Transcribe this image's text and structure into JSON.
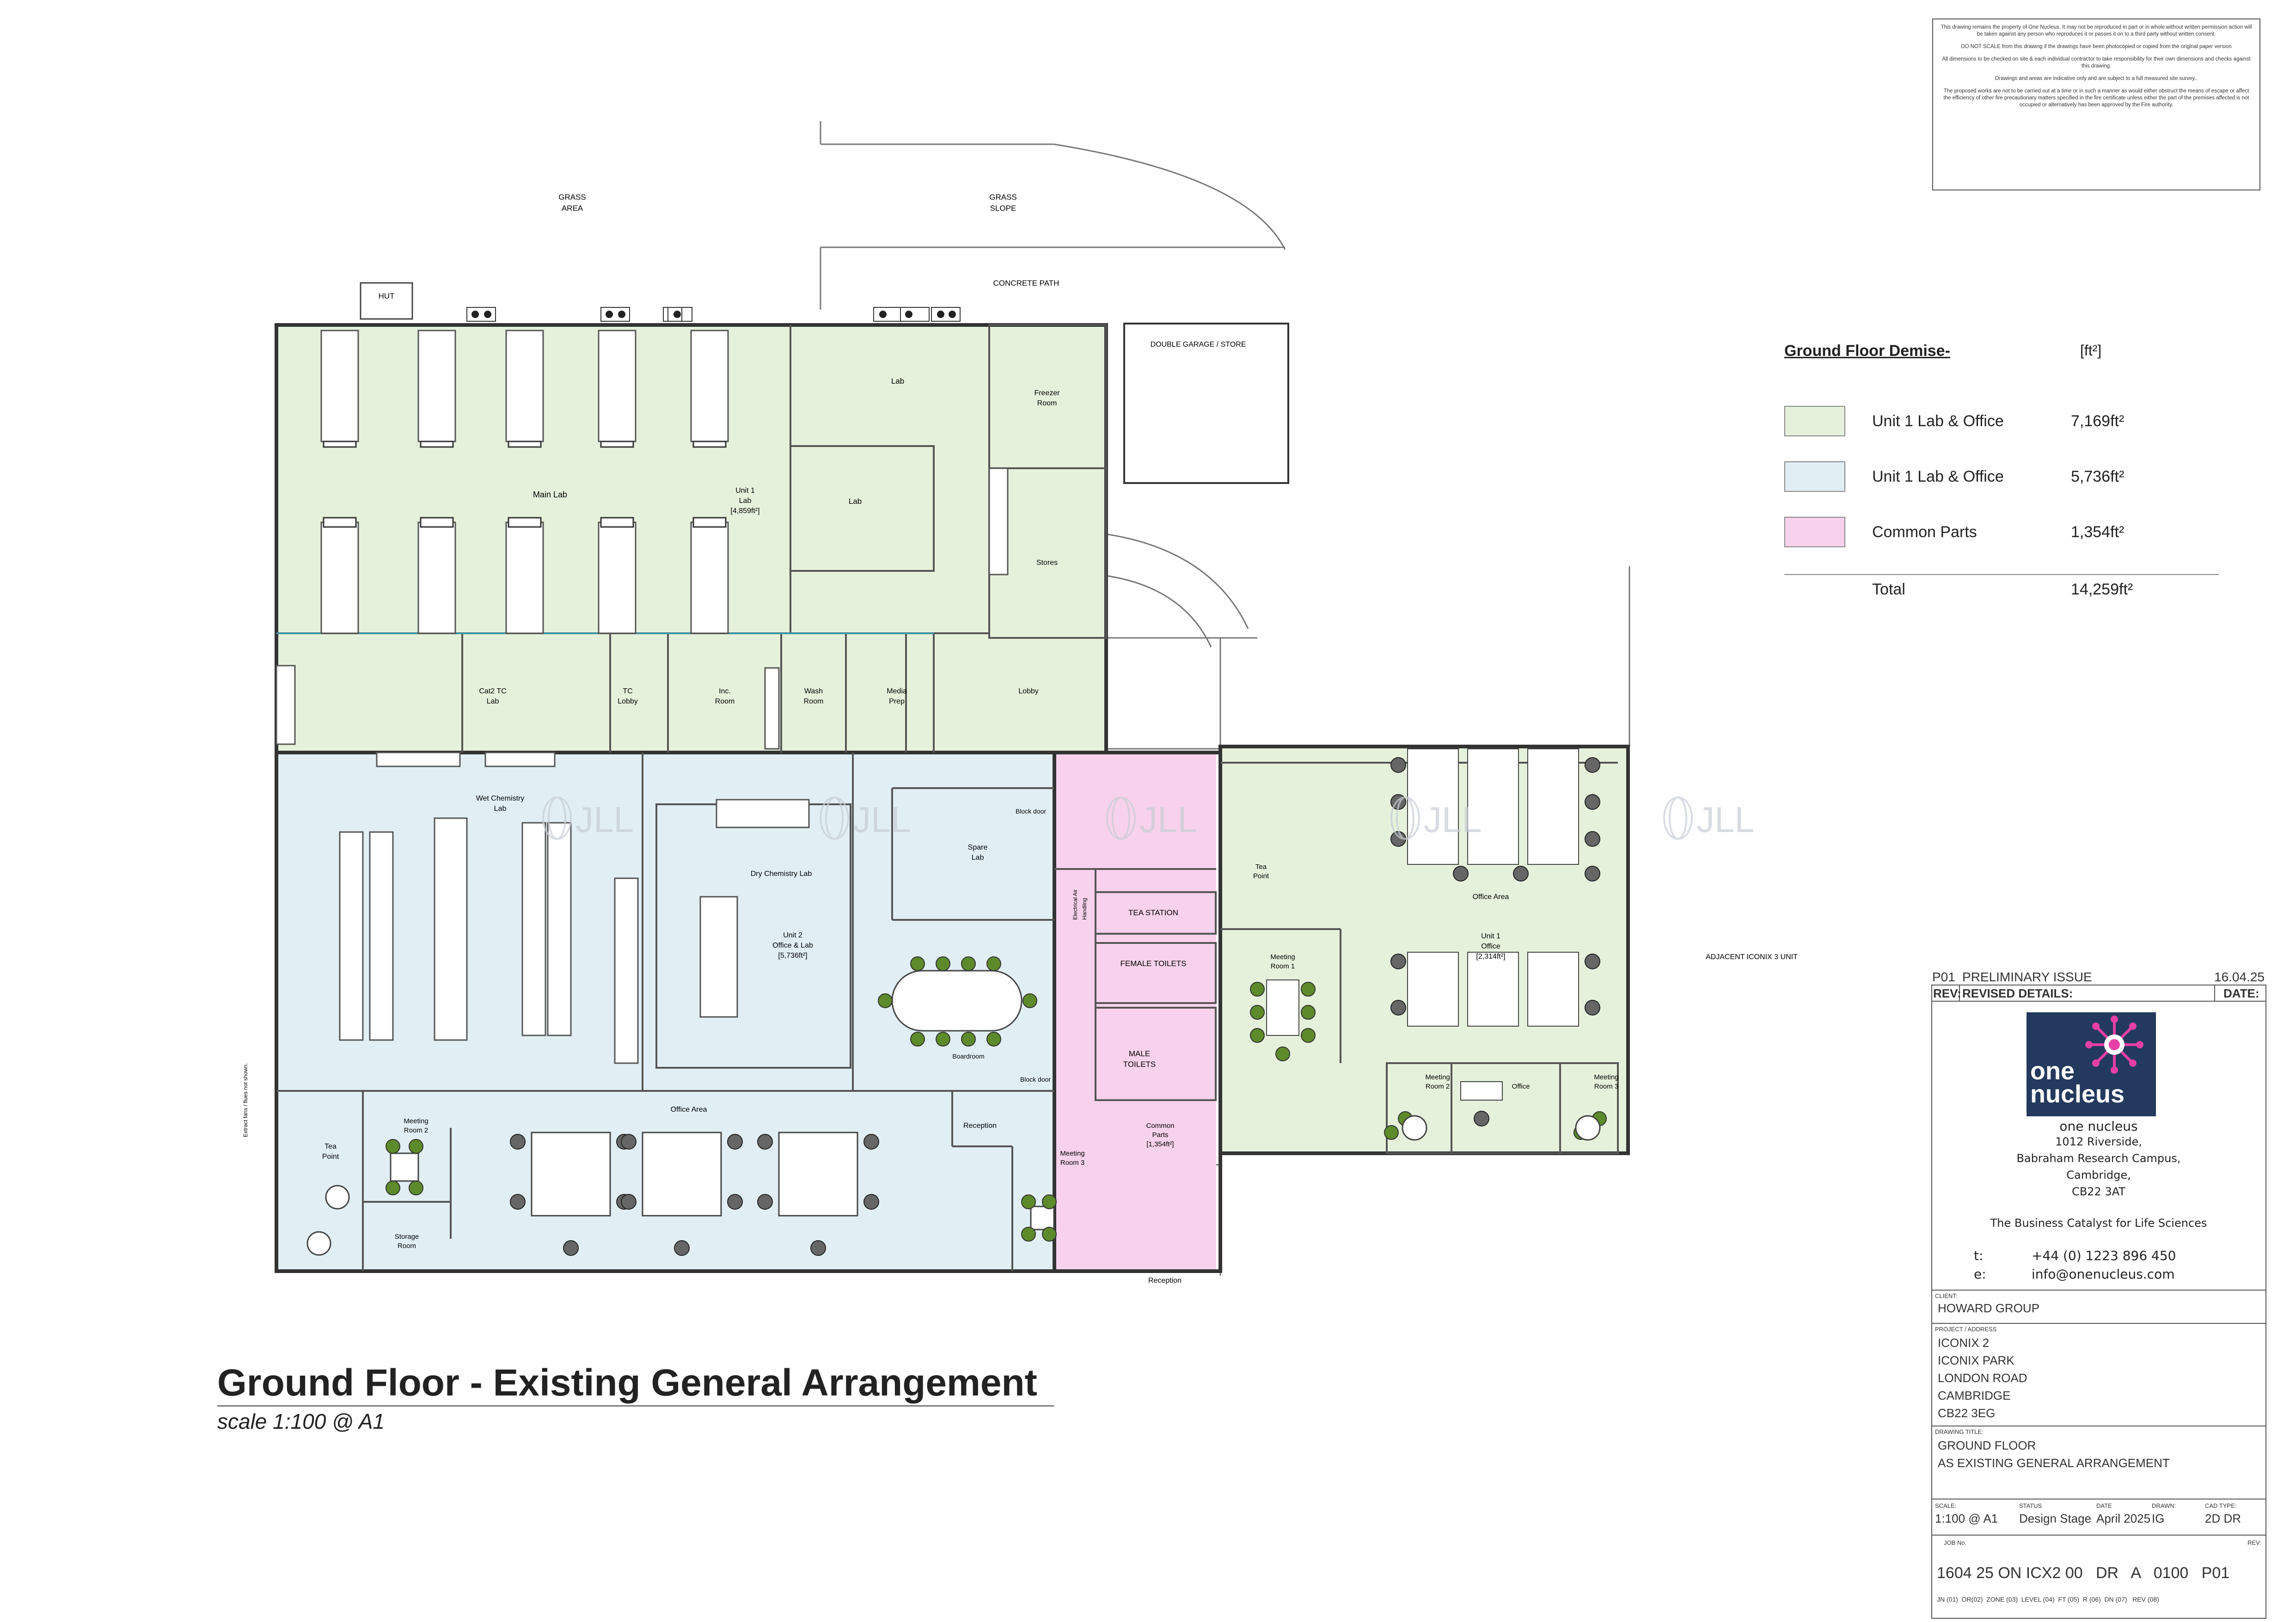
{
  "disclaimer": [
    "This drawing remains the property of  One Nucleus. It may not be reproduced in part or in whole without written permission action will be taken against any person who reproduces it or passes it on to a third party without written consent.",
    "DO NOT SCALE from this drawing if the drawings have been photocopied or copied from the original paper version",
    "All dimensions to be checked on site & each individual contractor to take responsibility for their own dimensions and checks against this drawing.",
    "Drawings and areas are indicative only and are subject to a full measured site survey..",
    "The proposed works are not to be carried out at a time or in such a manner as would either obstruct the means of escape or affect the efficiency of other fire precautionary matters specified in the fire certificate unless either the part  of the premises affected is not occupied or alternatively has been approved by the Fire authority."
  ],
  "legend": {
    "title": "Ground Floor Demise-",
    "unit": "[ft²]",
    "items": [
      {
        "label": "Unit 1 Lab & Office",
        "area": "7,169ft²",
        "color": "#e6f1dc"
      },
      {
        "label": "Unit 1 Lab & Office",
        "area": "5,736ft²",
        "color": "#e1eff4"
      },
      {
        "label": "Common Parts",
        "area": "1,354ft²",
        "color": "#f8d2ec"
      }
    ],
    "total_label": "Total",
    "total_area": "14,259ft²"
  },
  "site_labels": {
    "grass_area": [
      "GRASS",
      "AREA"
    ],
    "grass_slope": [
      "GRASS",
      "SLOPE"
    ],
    "concrete_path": "CONCRETE PATH",
    "hut": "HUT",
    "garage": "DOUBLE GARAGE / STORE",
    "adjacent": "ADJACENT ICONIX 3 UNIT",
    "reception_out": "Reception",
    "extract_note": "Extract fans / flues not shown."
  },
  "rooms": {
    "main_lab": "Main Lab",
    "unit1_lab": [
      "Unit 1",
      "Lab",
      "[4,859ft²]"
    ],
    "lab_a": "Lab",
    "lab_b": "Lab",
    "freezer": [
      "Freezer",
      "Room"
    ],
    "stores": "Stores",
    "lobby": "Lobby",
    "cat2": [
      "Cat2 TC",
      "Lab"
    ],
    "tc_lobby": [
      "TC",
      "Lobby"
    ],
    "inc_room": [
      "Inc.",
      "Room"
    ],
    "wash_room": [
      "Wash",
      "Room"
    ],
    "media_prep": [
      "Media",
      "Prep"
    ],
    "wet_chem": [
      "Wet Chemistry",
      "Lab"
    ],
    "dry_chem": "Dry Chemistry Lab",
    "unit2": [
      "Unit 2",
      "Office & Lab",
      "[5,736ft²]"
    ],
    "spare_lab": [
      "Spare",
      "Lab"
    ],
    "block_door_1": "Block door",
    "block_door_2": "Block door",
    "boardroom": "Boardroom",
    "office_area_2": "Office Area",
    "reception": "Reception",
    "tea_point_2": [
      "Tea",
      "Point"
    ],
    "meeting_2": [
      "Meeting",
      "Room 2"
    ],
    "storage": [
      "Storage",
      "Room"
    ],
    "meeting_3": [
      "Meeting",
      "Room 3"
    ],
    "tea_station": "TEA STATION",
    "female_toilets": "FEMALE TOILETS",
    "male_toilets": [
      "MALE",
      "TOILETS"
    ],
    "common_parts": [
      "Common",
      "Parts",
      "[1,354ft²]"
    ],
    "electrical": [
      "Electrical Air",
      "Handling"
    ],
    "tea_point_1": [
      "Tea",
      "Point"
    ],
    "office_area_1": "Office Area",
    "unit1_office": [
      "Unit 1",
      "Office",
      "[2,314ft²]"
    ],
    "meeting_1": [
      "Meeting",
      "Room 1"
    ],
    "meeting_1b": [
      "Meeting",
      "Room 2"
    ],
    "office_small": "Office",
    "meeting_1c": [
      "Meeting",
      "Room 3"
    ]
  },
  "watermark": "JLL",
  "drawing": {
    "title": "Ground Floor - Existing General Arrangement",
    "scale": "scale 1:100 @ A1"
  },
  "title_block": {
    "rev_code": "P01",
    "rev_desc": "PRELIMINARY ISSUE",
    "rev_date": "16.04.25",
    "rev_header": "REV:",
    "revised_header": "REVISED DETAILS:",
    "date_header": "DATE:",
    "logo_line1": "one",
    "logo_line2": "nucleus",
    "company_name": "one nucleus",
    "address": [
      "1012 Riverside,",
      "Babraham Research Campus,",
      "Cambridge,",
      "CB22 3AT"
    ],
    "tagline": "The Business Catalyst for Life Sciences",
    "tel_label": "t:",
    "tel": "+44 (0) 1223 896 450",
    "email_label": "e:",
    "email": "info@onenucleus.com",
    "client_label": "CLIENT:",
    "client": "HOWARD GROUP",
    "project_label": "PROJECT / ADDRESS",
    "project": [
      "ICONIX 2",
      "ICONIX PARK",
      "LONDON ROAD",
      "CAMBRIDGE",
      "CB22 3EG"
    ],
    "drawing_title_label": "DRAWING TITLE:",
    "drawing_title": [
      "GROUND FLOOR",
      "AS EXISTING GENERAL ARRANGEMENT"
    ],
    "scale_label": "SCALE:",
    "scale": "1:100 @ A1",
    "status_label": "STATUS",
    "status": "Design Stage",
    "date_label": "DATE",
    "date": "April 2025",
    "drawn_label": "DRAWN:",
    "drawn": "IG",
    "cad_label": "CAD TYPE:",
    "cad": "2D  DR",
    "job_label": "JOB  No.",
    "rev_label": "REV:",
    "job_no": "1604 25 ON ICX2 00   DR   A   0100   P01",
    "job_key": "JN (01)  OR(02)  ZONE (03)  LEVEL (04)  FT (05)  R (06)  DN (07)   REV (08)"
  }
}
